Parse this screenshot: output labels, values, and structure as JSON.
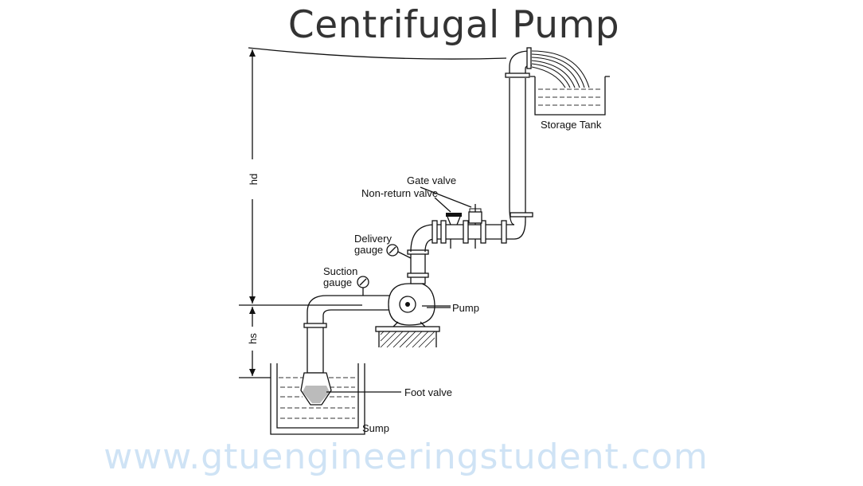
{
  "title": "Centrifugal Pump",
  "watermark": "www.gtuengineeringstudent.com",
  "labels": {
    "storage_tank": "Storage Tank",
    "gate_valve": "Gate valve",
    "non_return_valve": "Non-return valve",
    "delivery_gauge_line1": "Delivery",
    "delivery_gauge_line2": "gauge",
    "suction_gauge_line1": "Suction",
    "suction_gauge_line2": "gauge",
    "pump": "Pump",
    "foot_valve": "Foot valve",
    "sump": "Sump",
    "hd": "hd",
    "hs": "hs"
  }
}
